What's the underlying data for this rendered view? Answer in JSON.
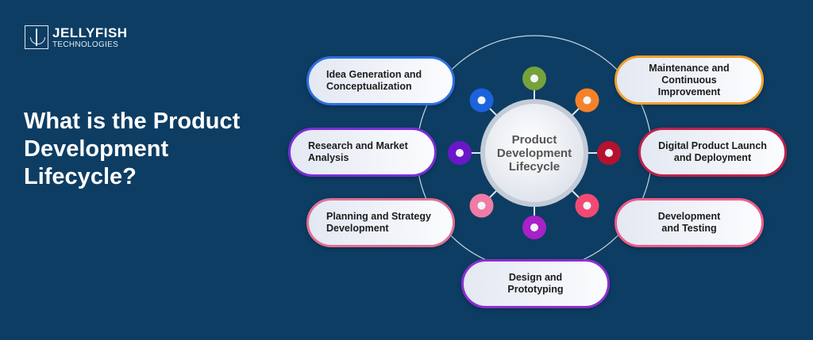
{
  "logo": {
    "name": "JELLYFISH",
    "subtitle": "TECHNOLOGIES"
  },
  "title": "What is the Product Development Lifecycle?",
  "center": "Product Development Lifecycle",
  "stages": [
    {
      "label": "Idea Generation and Conceptualization",
      "color": "#2f6fe0"
    },
    {
      "label": "Research and Market Analysis",
      "color": "#7a2fd6"
    },
    {
      "label": "Planning and Strategy Development",
      "color": "#e06f93"
    },
    {
      "label": "Design and Prototyping",
      "color": "#8b2fd0"
    },
    {
      "label": "Development and Testing",
      "color": "#f25a8a"
    },
    {
      "label": "Digital Product Launch and Deployment",
      "color": "#c0204a"
    },
    {
      "label": "Maintenance and Continuous Improvement",
      "color": "#f0a030"
    }
  ],
  "dot_colors": [
    "#76a23c",
    "#f5822a",
    "#b5122f",
    "#f24a72",
    "#a921c9",
    "#f07ca5",
    "#6a17c9",
    "#1c62dd"
  ]
}
